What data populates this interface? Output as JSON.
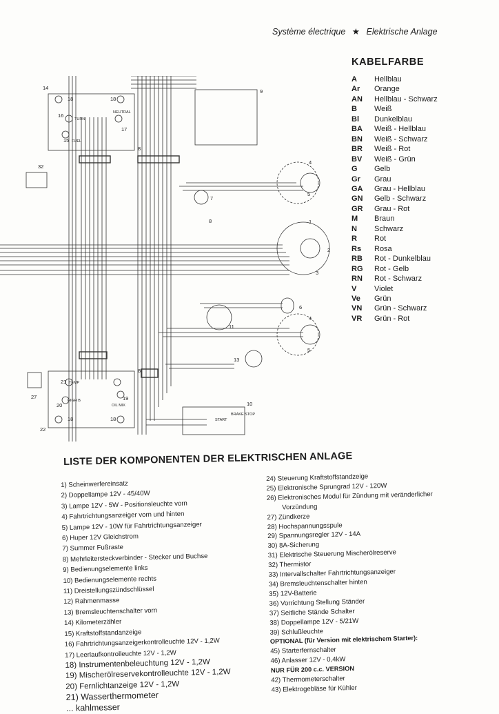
{
  "header": {
    "left": "Système électrique",
    "star": "★",
    "right": "Elektrische Anlage"
  },
  "kabelfarbe": {
    "title": "KABELFARBE",
    "items": [
      {
        "code": "A",
        "color": "Hellblau"
      },
      {
        "code": "Ar",
        "color": "Orange"
      },
      {
        "code": "AN",
        "color": "Hellblau - Schwarz"
      },
      {
        "code": "B",
        "color": "Weiß"
      },
      {
        "code": "Bl",
        "color": "Dunkelblau"
      },
      {
        "code": "BA",
        "color": "Weiß - Hellblau"
      },
      {
        "code": "BN",
        "color": "Weiß - Schwarz"
      },
      {
        "code": "BR",
        "color": "Weiß - Rot"
      },
      {
        "code": "BV",
        "color": "Weiß - Grün"
      },
      {
        "code": "G",
        "color": "Gelb"
      },
      {
        "code": "Gr",
        "color": "Grau"
      },
      {
        "code": "GA",
        "color": "Grau - Hellblau"
      },
      {
        "code": "GN",
        "color": "Gelb - Schwarz"
      },
      {
        "code": "GR",
        "color": "Grau - Rot"
      },
      {
        "code": "M",
        "color": "Braun"
      },
      {
        "code": "N",
        "color": "Schwarz"
      },
      {
        "code": "R",
        "color": "Rot"
      },
      {
        "code": "Rs",
        "color": "Rosa"
      },
      {
        "code": "RB",
        "color": "Rot - Dunkelblau"
      },
      {
        "code": "RG",
        "color": "Rot - Gelb"
      },
      {
        "code": "RN",
        "color": "Rot - Schwarz"
      },
      {
        "code": "V",
        "color": "Violet"
      },
      {
        "code": "Ve",
        "color": "Grün"
      },
      {
        "code": "VN",
        "color": "Grün - Schwarz"
      },
      {
        "code": "VR",
        "color": "Grün - Rot"
      }
    ]
  },
  "diagram": {
    "numbers": [
      "14",
      "18",
      "18",
      "16",
      "17",
      "15",
      "9",
      "32",
      "4",
      "5",
      "7",
      "8",
      "8",
      "1",
      "2",
      "3",
      "6",
      "11",
      "4",
      "5",
      "13",
      "8",
      "21",
      "19",
      "20",
      "18",
      "18",
      "27",
      "22",
      "10"
    ],
    "labels": [
      "TURN",
      "NEUTRAL",
      "FUEL",
      "TEMP",
      "HIGH B",
      "OIL MIX",
      "START",
      "BRAKE STOP"
    ]
  },
  "components": {
    "title": "LISTE DER KOMPONENTEN DER ELEKTRISCHEN ANLAGE",
    "col1": [
      "1) Scheinwerfereinsatz",
      "2) Doppellampe 12V - 45/40W",
      "3) Lampe 12V - 5W - Positionsleuchte vorn",
      "4) Fahrtrichtungsanzeiger vorn und hinten",
      "5) Lampe 12V - 10W für Fahrtrichtungsanzeiger",
      "6) Huper 12V Gleichstrom",
      "7) Summer Fußraste",
      "8) Mehrleitersteckverbinder - Stecker und Buchse",
      "9) Bedienungselemente links",
      "10) Bedienungselemente rechts",
      "11) Dreistellungszündschlüssel",
      "12) Rahmenmasse",
      "13) Bremsleuchtenschalter vorn",
      "14) Kilometerzähler",
      "15) Kraftstoffstandanzeige",
      "16) Fahrtrichtungsanzeigerkontrolleuchte 12V - 1,2W",
      "17) Leerlaufkontrolleuchte 12V - 1,2W",
      "18) Instrumentenbeleuchtung 12V - 1,2W",
      "19) Mischerölreservekontrolleuchte 12V - 1,2W",
      "20) Fernlichtanzeige 12V - 1,2W",
      "21) Wasserthermometer",
      "... kahlmesser"
    ],
    "col2": [
      "24) Steuerung Kraftstoffstandzeige",
      "25) Elektronische Sprungrad 12V - 120W",
      "26) Elektronisches Modul für Zündung mit veränderlicher",
      "Vorzündung",
      "27) Zündkerze",
      "28) Hochspannungsspule",
      "29) Spannungsregler 12V - 14A",
      "30) 8A-Sicherung",
      "31) Elektrische Steuerung Mischerölreserve",
      "32) Thermistor",
      "33) Intervallschalter Fahrtrichtungsanzeiger",
      "34) Bremsleuchtenschalter hinten",
      "35) 12V-Batterie",
      "36) Vorrichtung Stellung Ständer",
      "37) Seitliche Ständе Schalter",
      "38) Doppellampe 12V - 5/21W",
      "39) Schlußleuchte",
      "OPTIONAL (für Version mit elektrischem Starter):",
      "45) Starterfernschalter",
      "46) Anlasser 12V - 0,4kW",
      "NUR FÜR 200 c.c. VERSION",
      "42) Thermometerschalter",
      "43) Elektrogebläse für Kühler"
    ]
  }
}
